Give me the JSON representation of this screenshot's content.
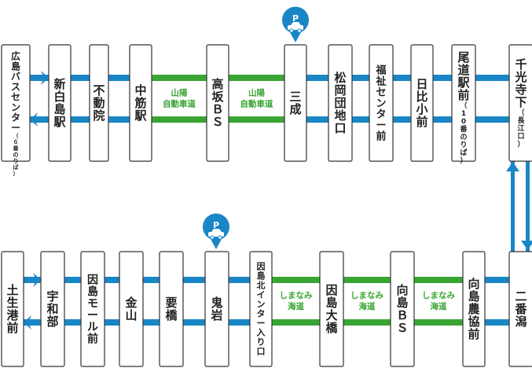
{
  "colors": {
    "route": "#1a86c6",
    "expressway": "#3aa535",
    "expressway_text": "#3aa535",
    "box_border": "#333333",
    "text": "#222222"
  },
  "parking_label": "P",
  "parking_icon": "car-icon",
  "route_top": [
    {
      "id": "hiroshima-bus-center",
      "name": "広島バスセンター",
      "note": "（６番のりば）"
    },
    {
      "id": "shin-hakushima",
      "name": "新白島駅",
      "note": ""
    },
    {
      "id": "fudoin",
      "name": "不動院",
      "note": ""
    },
    {
      "id": "nakasuji",
      "name": "中筋駅",
      "note": ""
    },
    {
      "id": "takasaka-bs",
      "name": "高坂ＢＳ",
      "note": ""
    },
    {
      "id": "mitsugi",
      "name": "三成",
      "note": "",
      "parking": true
    },
    {
      "id": "matsuoka-danchi",
      "name": "松岡団地口",
      "note": ""
    },
    {
      "id": "fukushi-center",
      "name": "福祉センター前",
      "note": ""
    },
    {
      "id": "hibi-shomae",
      "name": "日比小前",
      "note": ""
    },
    {
      "id": "onomichi-eki",
      "name": "尾道駅前",
      "note": "（10番のりば）"
    },
    {
      "id": "senkoji-shita",
      "name": "千光寺下",
      "note": "（長江口）"
    }
  ],
  "route_bottom": [
    {
      "id": "habu-minato",
      "name": "土生港前",
      "note": ""
    },
    {
      "id": "uwabe",
      "name": "宇和部",
      "note": ""
    },
    {
      "id": "innoshima-mall",
      "name": "因島モール前",
      "note": ""
    },
    {
      "id": "kanayama",
      "name": "金山",
      "note": ""
    },
    {
      "id": "kanamehashi",
      "name": "要橋",
      "note": ""
    },
    {
      "id": "oniiwa",
      "name": "鬼岩",
      "note": "",
      "parking": true
    },
    {
      "id": "innoshima-kita-ic",
      "name": "因島北インター入り口",
      "note": ""
    },
    {
      "id": "innoshima-ohashi",
      "name": "因島大橋",
      "note": ""
    },
    {
      "id": "mukaishima-bs",
      "name": "向島ＢＳ",
      "note": ""
    },
    {
      "id": "mukaishima-nokyo",
      "name": "向島農協前",
      "note": ""
    },
    {
      "id": "niban-gata",
      "name": "二番潟",
      "note": ""
    }
  ],
  "expressways_top": [
    {
      "from": 3,
      "to": 4,
      "label_lines": [
        "山陽",
        "自動車道"
      ]
    },
    {
      "from": 4,
      "to": 5,
      "label_lines": [
        "山陽",
        "自動車道"
      ]
    }
  ],
  "expressways_bottom": [
    {
      "from": 6,
      "to": 7,
      "label_lines": [
        "しまなみ",
        "海道"
      ]
    },
    {
      "from": 7,
      "to": 8,
      "label_lines": [
        "しまなみ",
        "海道"
      ]
    },
    {
      "from": 8,
      "to": 9,
      "label_lines": [
        "しまなみ",
        "海道"
      ]
    }
  ]
}
